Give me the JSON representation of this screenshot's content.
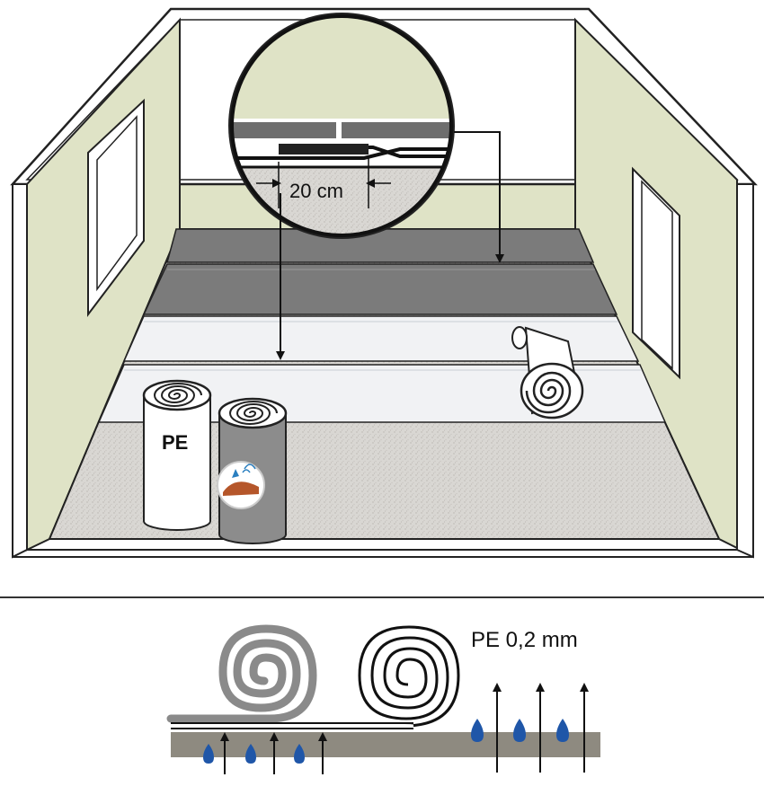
{
  "labels": {
    "overlap": "20 cm",
    "roll_pe": "PE",
    "pe_thickness": "PE 0,2 mm"
  },
  "icons": {
    "roll_badge": "sound-insulation-icon"
  },
  "colors": {
    "wall": "#dfe3c6",
    "wall_outline": "#222222",
    "floor": "#d8d6d2",
    "underlay": "#7b7b7b",
    "film": "#eef0f2",
    "moisture": "#1f56a8",
    "roll_grey": "#8c8c8c"
  }
}
